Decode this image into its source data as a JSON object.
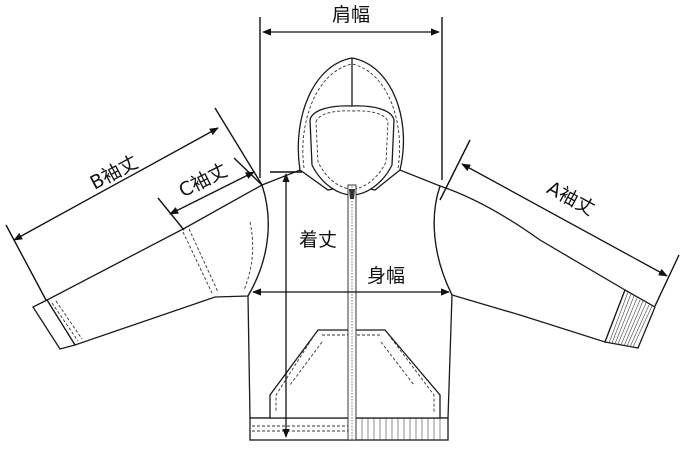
{
  "labels": {
    "shoulder_width": "肩幅",
    "body_width": "身幅",
    "length": "着丈",
    "sleeve_a": "A袖丈",
    "sleeve_b": "B袖丈",
    "sleeve_c": "C袖丈"
  },
  "colors": {
    "line": "#1a1a1a",
    "background": "#ffffff"
  }
}
